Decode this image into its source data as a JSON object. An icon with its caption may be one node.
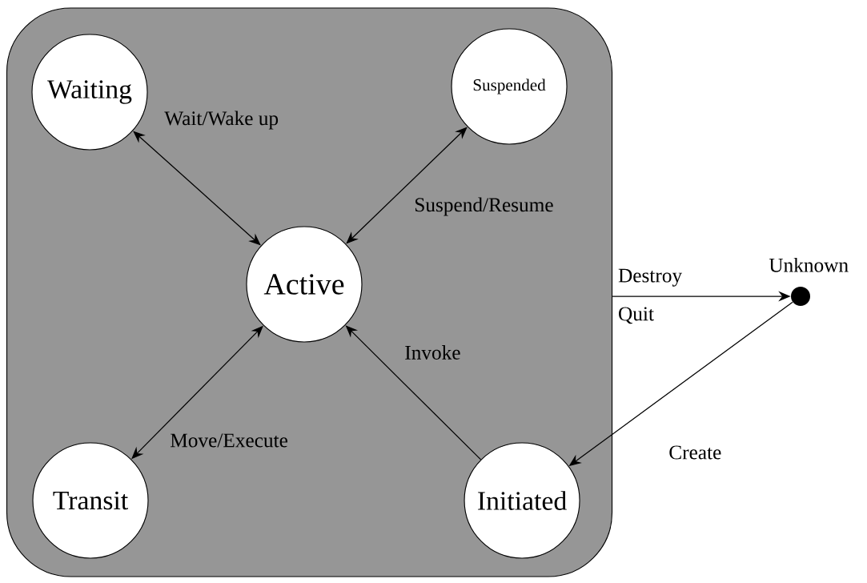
{
  "diagram": {
    "nodes": [
      {
        "text": [],
        "shape": "box"
      },
      {
        "text": [
          "Waiting"
        ],
        "in": 0
      },
      {
        "text": [
          "Suspended"
        ],
        "in": 0
      },
      {
        "text": [
          "Active"
        ],
        "in": 0
      },
      {
        "text": [
          "Transit"
        ],
        "in": 0
      },
      {
        "text": [
          "Initiated"
        ],
        "in": 0
      },
      {
        "text": [],
        "shape": "circle",
        "beside": [
          "Unknown"
        ]
      }
    ],
    "edges": [
      {
        "from": 1,
        "to": 3,
        "arrow": "both",
        "label": "Wait/Wake up"
      },
      {
        "from": 2,
        "to": 3,
        "arrow": "both",
        "label": "Suspend/Resume"
      },
      {
        "from": 4,
        "to": 3,
        "arrow": "both",
        "label": "Move/Execute"
      },
      {
        "from": 5,
        "to": 3,
        "arrow": "to",
        "label": "Invoke"
      },
      {
        "from": 0,
        "to": 6,
        "arrow": "to",
        "label": "Destroy Quit"
      },
      {
        "from": 6,
        "to": 5,
        "arrow": "to",
        "label": "Create"
      }
    ]
  }
}
